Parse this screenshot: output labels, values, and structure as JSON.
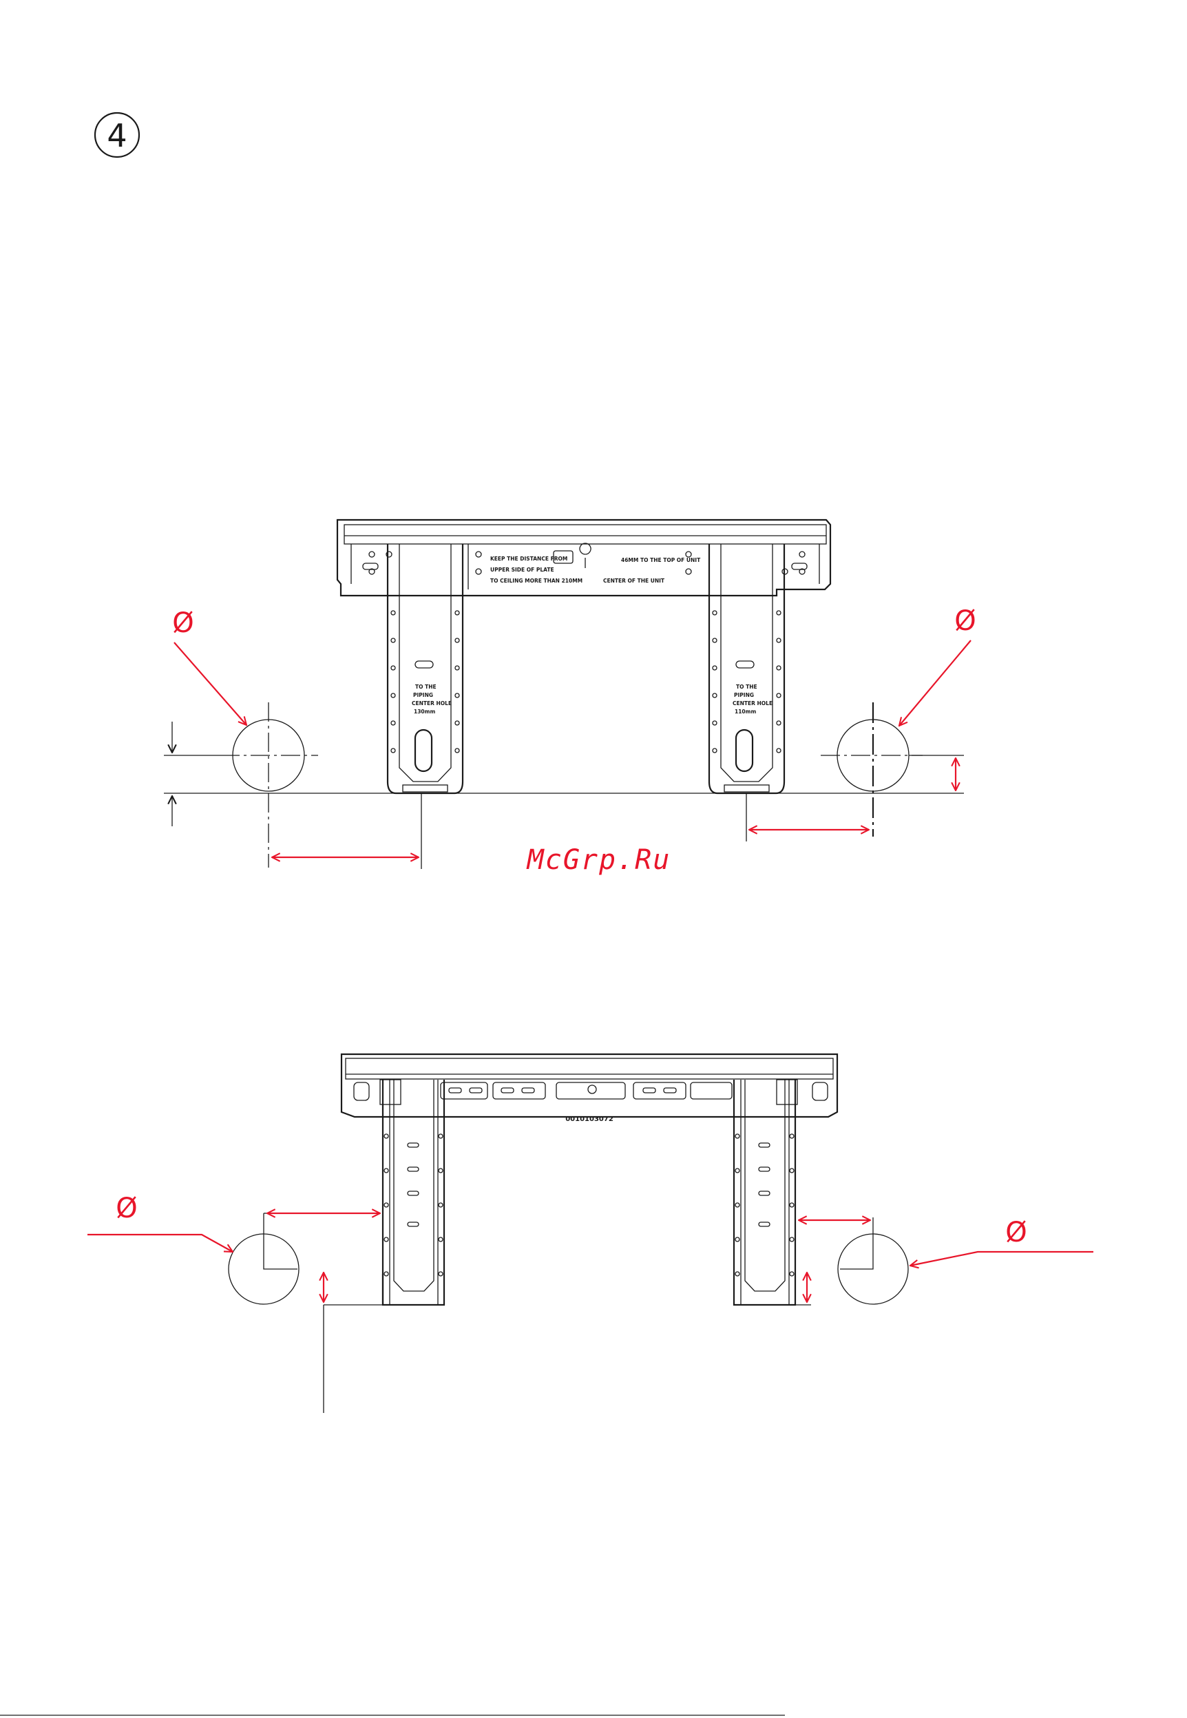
{
  "step": {
    "number": "4"
  },
  "watermark": "McGrp.Ru",
  "diameter_symbol": "Ø",
  "plate_top": {
    "note_line1": "KEEP THE DISTANCE FROM",
    "note_line2": "UPPER SIDE OF PLATE",
    "note_line3": "TO CEILING MORE THAN 210MM",
    "top_note": "46MM TO THE TOP OF UNIT",
    "center_note": "CENTER OF THE UNIT",
    "left_leg": [
      "TO THE",
      "PIPING",
      "CENTER HOLE",
      "130mm"
    ],
    "right_leg": [
      "TO THE",
      "PIPING",
      "CENTER HOLE",
      "110mm"
    ]
  },
  "plate_bottom": {
    "part_number": "0010103072"
  },
  "colors": {
    "line": "#1a1a1a",
    "dimension": "#e8152a"
  }
}
